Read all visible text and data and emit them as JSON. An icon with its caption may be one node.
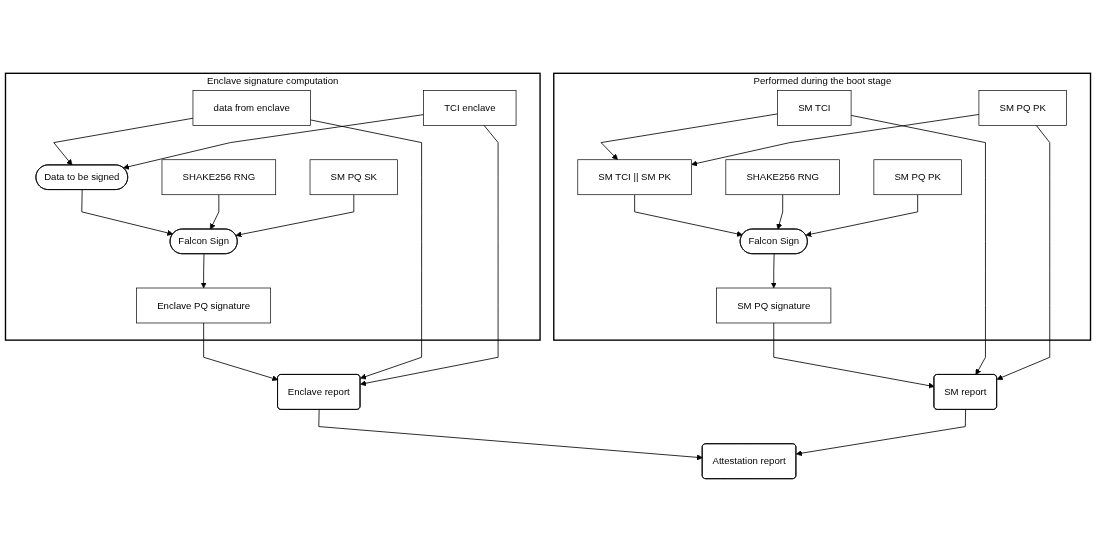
{
  "diagram": {
    "nodes": [
      {
        "text": [
          "Enclave signature computation"
        ]
      },
      {
        "text": [
          "data from enclave"
        ],
        "in": 0
      },
      {
        "text": [
          "Data to be signed"
        ],
        "in": 0
      },
      {
        "text": [
          "TCI enclave"
        ],
        "in": 0
      },
      {
        "text": [
          "SHAKE256 RNG"
        ],
        "in": 0
      },
      {
        "text": [
          "Falcon Sign"
        ],
        "in": 0
      },
      {
        "text": [
          "SM PQ SK"
        ],
        "in": 0
      },
      {
        "text": [
          "Enclave PQ signature"
        ],
        "in": 0
      },
      {
        "text": [
          "Performed during the boot stage"
        ]
      },
      {
        "text": [
          "SM TCI"
        ],
        "in": 8
      },
      {
        "text": [
          "SM TCI || SM PK"
        ],
        "in": 8
      },
      {
        "text": [
          "SM PQ PK"
        ],
        "in": 8
      },
      {
        "text": [
          "SHAKE256 RNG"
        ],
        "in": 8
      },
      {
        "text": [
          "Falcon Sign"
        ],
        "in": 8
      },
      {
        "text": [
          "SM PQ PK"
        ],
        "in": 8
      },
      {
        "text": [
          "SM PQ signature"
        ],
        "in": 8
      },
      {
        "text": [
          "Enclave report"
        ]
      },
      {
        "text": [
          "SM report"
        ]
      },
      {
        "text": [
          "Attestation report"
        ]
      }
    ],
    "edges": [
      {
        "from": 1,
        "to": 2,
        "arrow": "to"
      },
      {
        "from": 3,
        "to": 2,
        "arrow": "to"
      },
      {
        "from": 2,
        "to": 5,
        "arrow": "to"
      },
      {
        "from": 4,
        "to": 5,
        "arrow": "to"
      },
      {
        "from": 6,
        "to": 5,
        "arrow": "to"
      },
      {
        "from": 5,
        "to": 7,
        "arrow": "to"
      },
      {
        "from": 7,
        "to": 16,
        "arrow": "to"
      },
      {
        "from": 1,
        "to": 16,
        "arrow": "to"
      },
      {
        "from": 3,
        "to": 16,
        "arrow": "to"
      },
      {
        "from": 9,
        "to": 10,
        "arrow": "to"
      },
      {
        "from": 11,
        "to": 10,
        "arrow": "to"
      },
      {
        "from": 10,
        "to": 13,
        "arrow": "to"
      },
      {
        "from": 12,
        "to": 13,
        "arrow": "to"
      },
      {
        "from": 14,
        "to": 13,
        "arrow": "to"
      },
      {
        "from": 13,
        "to": 15,
        "arrow": "to"
      },
      {
        "from": 15,
        "to": 17,
        "arrow": "to"
      },
      {
        "from": 9,
        "to": 17,
        "arrow": "to"
      },
      {
        "from": 11,
        "to": 17,
        "arrow": "to"
      },
      {
        "from": 16,
        "to": 18,
        "arrow": "to"
      },
      {
        "from": 17,
        "to": 18,
        "arrow": "to"
      }
    ]
  }
}
